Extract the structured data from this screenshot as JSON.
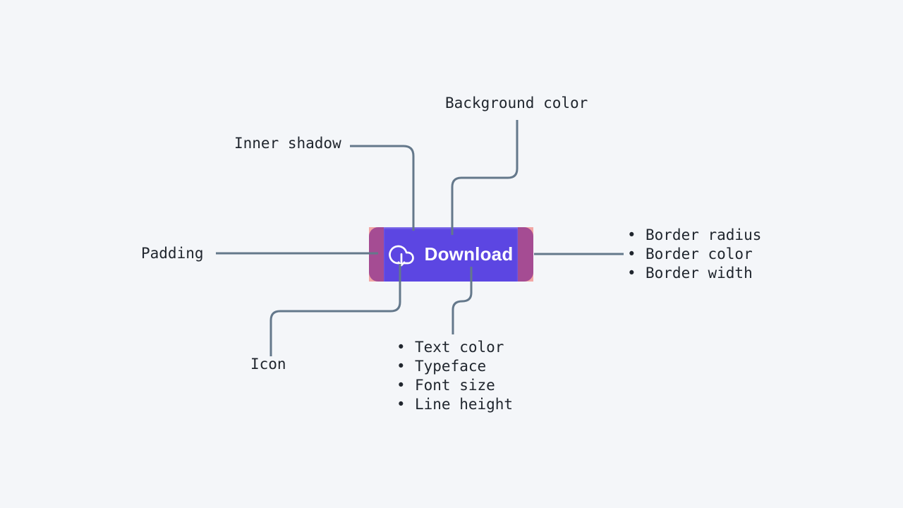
{
  "page": {
    "background_color": "#f4f6f9"
  },
  "colors": {
    "connector": "#64788b",
    "label_text": "#20262e",
    "button_background": "#5c46e2",
    "padding_layer": "#a54c93",
    "border_layer": "#f2a6a4",
    "button_text": "#ffffff"
  },
  "glyphs": {
    "bullet": "•"
  },
  "button": {
    "label": "Download",
    "icon": "cloud-download-icon"
  },
  "annotations": {
    "background_color": {
      "label": "Background color"
    },
    "inner_shadow": {
      "label": "Inner shadow"
    },
    "padding": {
      "label": "Padding"
    },
    "icon": {
      "label": "Icon"
    },
    "border": {
      "items": [
        "Border radius",
        "Border color",
        "Border width"
      ]
    },
    "text": {
      "items": [
        "Text color",
        "Typeface",
        "Font size",
        "Line height"
      ]
    }
  }
}
